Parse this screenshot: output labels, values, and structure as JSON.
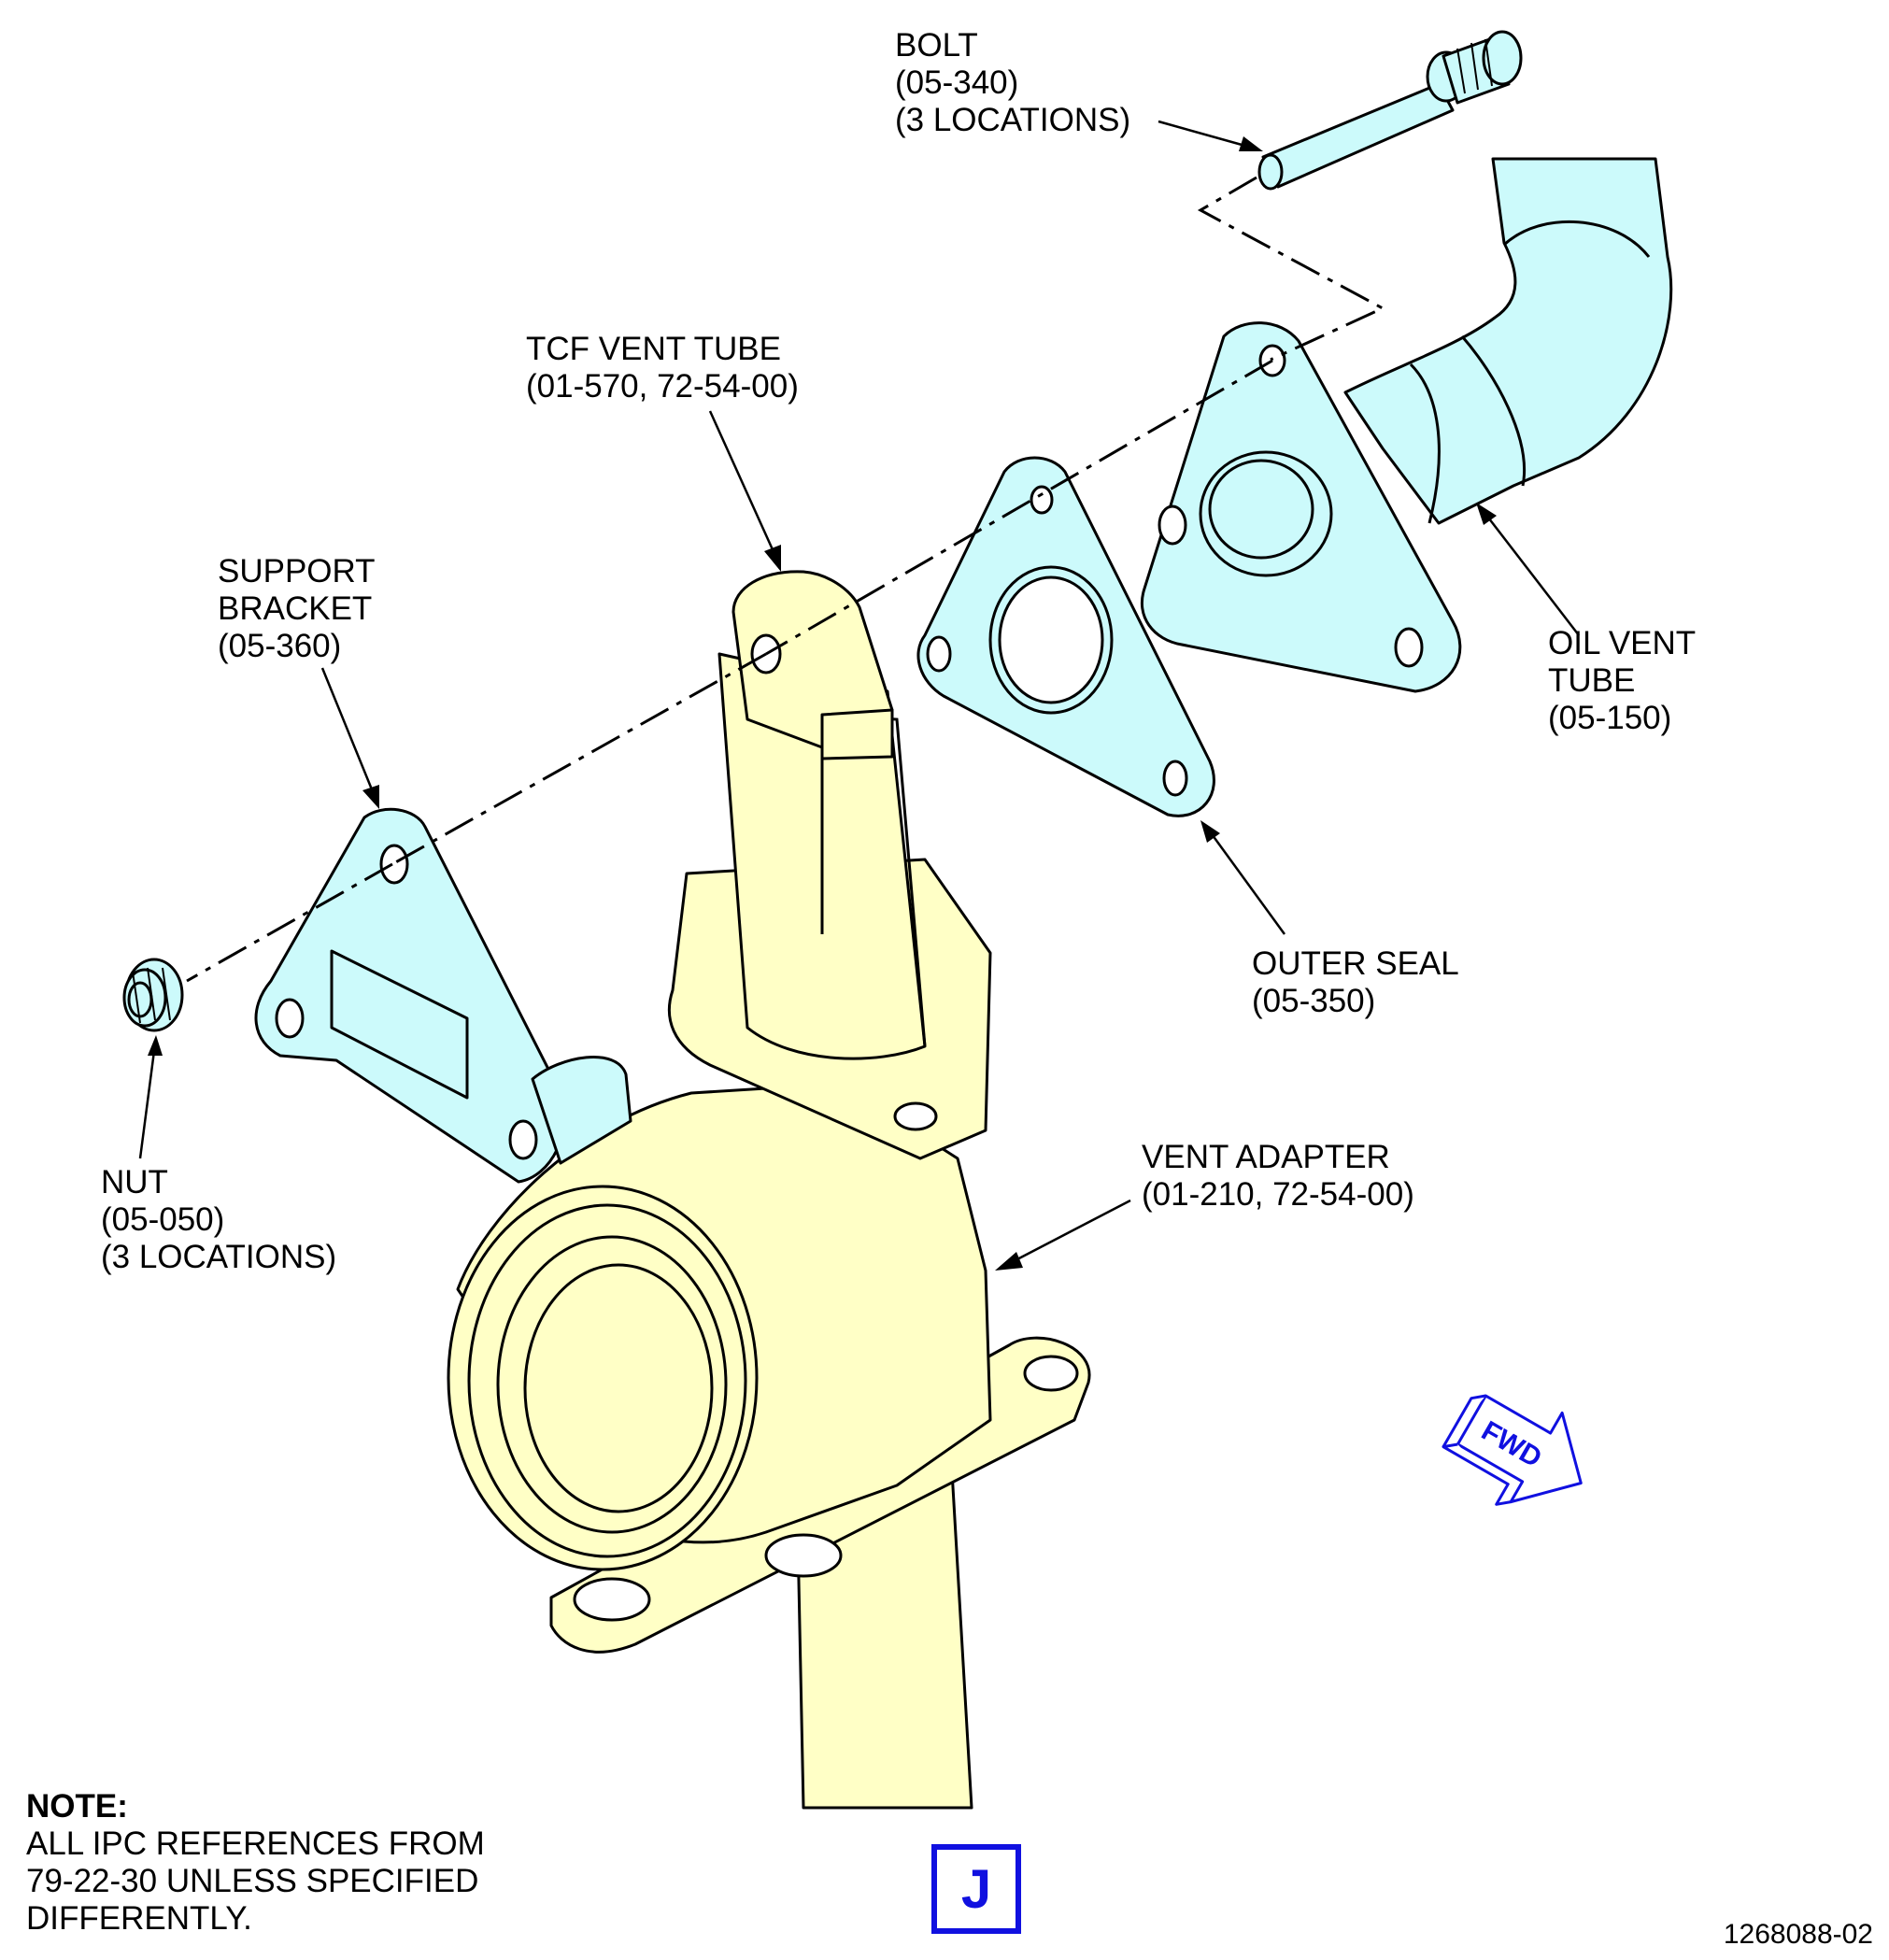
{
  "labels": {
    "bolt": [
      "BOLT",
      "(05-340)",
      "(3 LOCATIONS)"
    ],
    "tcf_vent_tube": [
      "TCF VENT TUBE",
      "(01-570, 72-54-00)"
    ],
    "support_bracket": [
      "SUPPORT",
      "BRACKET",
      "(05-360)"
    ],
    "oil_vent_tube": [
      "OIL VENT",
      "TUBE",
      "(05-150)"
    ],
    "outer_seal": [
      "OUTER SEAL",
      "(05-350)"
    ],
    "vent_adapter": [
      "VENT ADAPTER",
      "(01-210, 72-54-00)"
    ],
    "nut": [
      "NUT",
      "(05-050)",
      "(3 LOCATIONS)"
    ]
  },
  "note": {
    "title": "NOTE:",
    "lines": [
      "ALL IPC REFERENCES FROM",
      "79-22-30 UNLESS SPECIFIED",
      "DIFFERENTLY."
    ]
  },
  "view_letter": "J",
  "fwd_label": "FWD",
  "figure_number": "1268088-02",
  "colors": {
    "part_cyan": "#CCFAFB",
    "part_yellow": "#FFFFC6",
    "indicator_blue": "#1010E0"
  }
}
